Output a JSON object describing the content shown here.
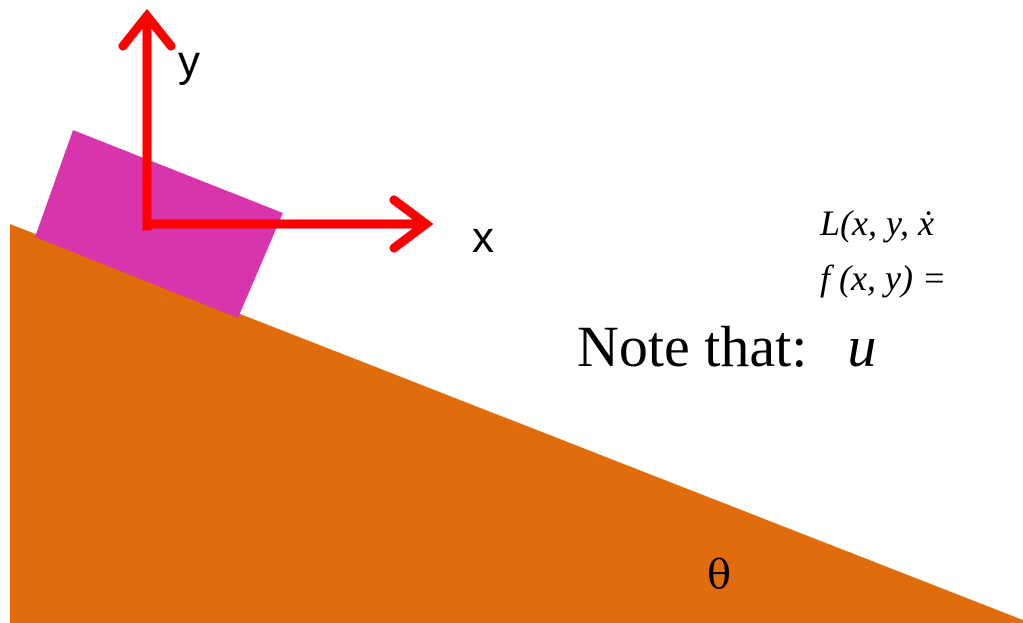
{
  "diagram": {
    "axes": {
      "x_label": "x",
      "y_label": "y",
      "color": "#ff0000"
    },
    "equations": {
      "line1": "L(x, y, ẋ",
      "line2": "f (x, y) ="
    },
    "note": {
      "text": "Note that:",
      "math": "u"
    },
    "angle_label": "θ",
    "colors": {
      "incline": "#e06c0e",
      "block": "#d834ac",
      "background": "#ffffff"
    }
  }
}
